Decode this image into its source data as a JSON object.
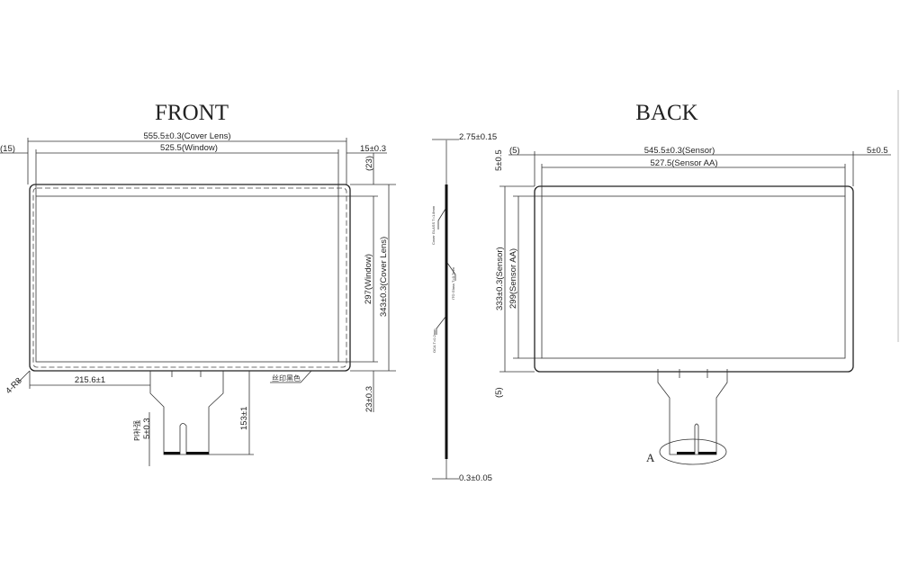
{
  "front": {
    "title": "FRONT",
    "cover_lens_width": "555.5±0.3(Cover Lens)",
    "window_width": "525.5(Window)",
    "left_margin": "(15)",
    "right_margin": "15±0.3",
    "top_margin": "(23)",
    "window_height": "297(Window)",
    "cover_lens_height": "343±0.3(Cover Lens)",
    "bottom_margin": "23±0.3",
    "corner_radius": "4-R8",
    "tail_offset": "215.6±1",
    "tail_length": "153±1",
    "pi_stiffener": "PI补强",
    "pi_thickness": "5±0.3",
    "silkscreen_note": "丝印黑色"
  },
  "side": {
    "total_thickness": "2.75±0.15",
    "fpc_thickness": "0.3±0.05",
    "layer_labels": [
      "Cover GLASS T=1.8mm",
      "ITO Glass T=0.7mm",
      "OCA T=0.2mm"
    ]
  },
  "back": {
    "title": "BACK",
    "sensor_width": "545.5±0.3(Sensor)",
    "sensor_aa_width": "527.5(Sensor AA)",
    "left_margin": "(5)",
    "right_margin": "5±0.5",
    "top_margin": "5±0.5",
    "sensor_height": "333±0.3(Sensor)",
    "sensor_aa_height": "299(Sensor AA)",
    "bottom_margin": "(5)",
    "detail_label": "A"
  }
}
